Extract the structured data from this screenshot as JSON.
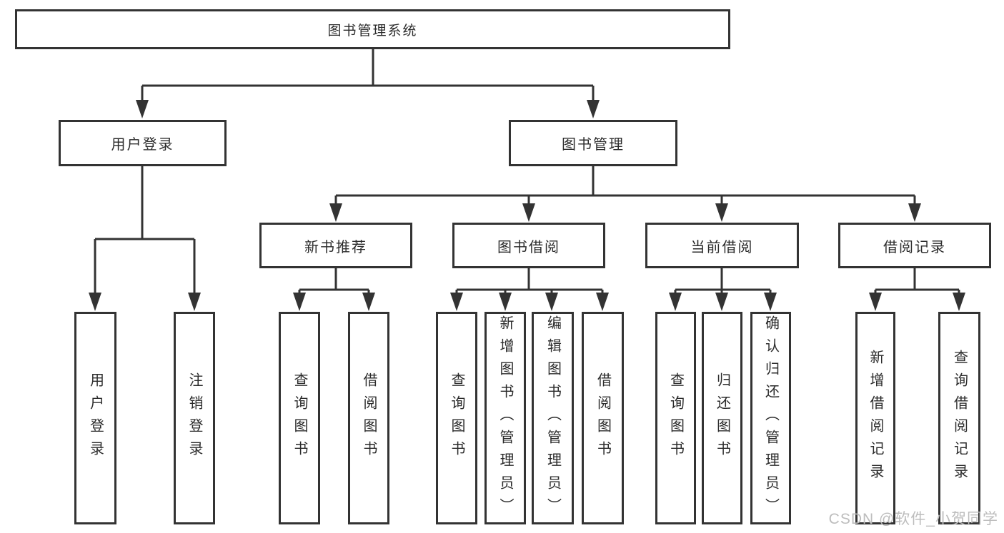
{
  "tree": {
    "label": "图书管理系统",
    "children": [
      {
        "label": "用户登录",
        "children": [
          {
            "label": "用户登录"
          },
          {
            "label": "注销登录"
          }
        ]
      },
      {
        "label": "图书管理",
        "children": [
          {
            "label": "新书推荐",
            "children": [
              {
                "label": "查询图书"
              },
              {
                "label": "借阅图书"
              }
            ]
          },
          {
            "label": "图书借阅",
            "children": [
              {
                "label": "查询图书"
              },
              {
                "label": "新增图书（管理员）"
              },
              {
                "label": "编辑图书（管理员）"
              },
              {
                "label": "借阅图书"
              }
            ]
          },
          {
            "label": "当前借阅",
            "children": [
              {
                "label": "查询图书"
              },
              {
                "label": "归还图书"
              },
              {
                "label": "确认归还（管理员）"
              }
            ]
          },
          {
            "label": "借阅记录",
            "children": [
              {
                "label": "新增借阅记录"
              },
              {
                "label": "查询借阅记录"
              }
            ]
          }
        ]
      }
    ]
  },
  "watermark": "CSDN @软件_小贺同学",
  "colors": {
    "line": "#333333",
    "box_border": "#333333",
    "box_fill": "#ffffff",
    "text": "#2b2b2b",
    "background": "#ffffff",
    "watermark": "#bdbdbd"
  }
}
